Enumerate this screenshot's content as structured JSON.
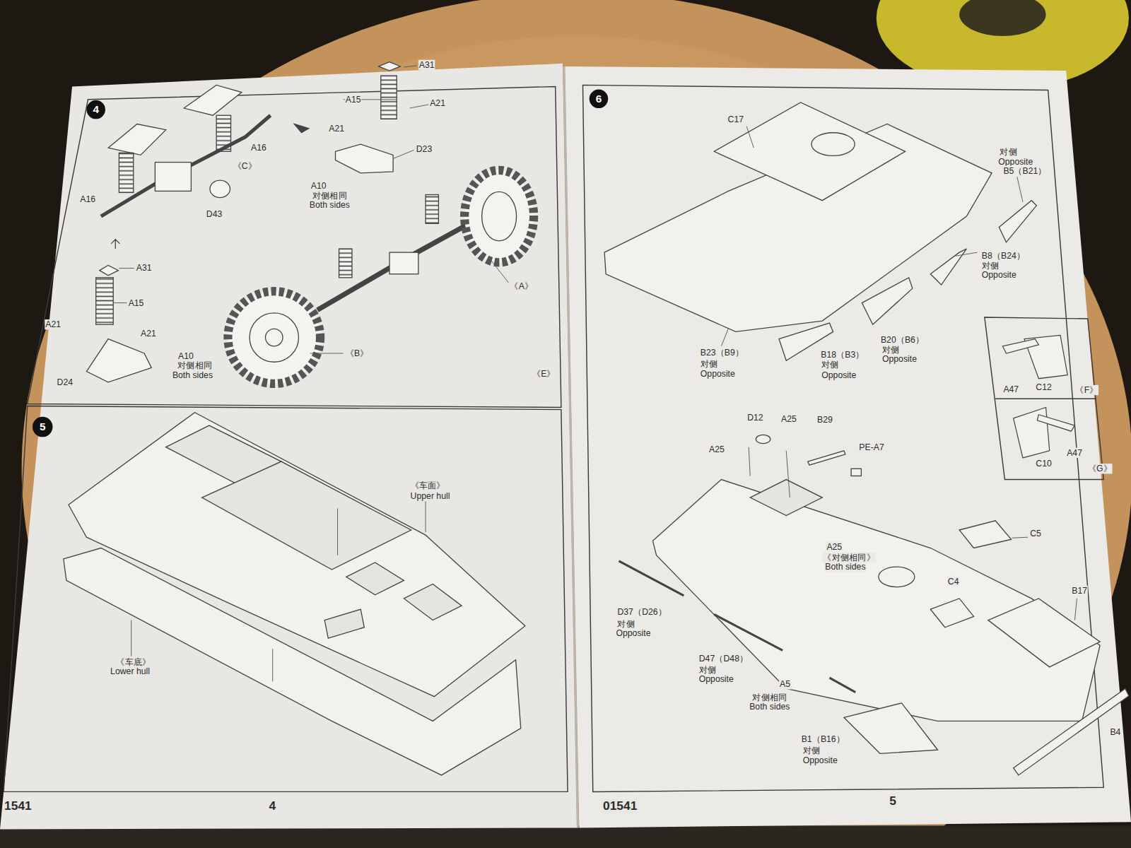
{
  "diagram": {
    "labels": [
      "4",
      "A31",
      "A15",
      "A21",
      "A16",
      "《C》",
      "A21",
      "D23",
      "A10",
      "对侧相同",
      "Both sides",
      "A16",
      "D43",
      "A31",
      "A15",
      "A21",
      "A21",
      "A10",
      "对侧相同",
      "Both sides",
      "D24",
      "《A》",
      "《B》",
      "《E》",
      "5",
      "《车面》",
      "Upper hull",
      "《车底》",
      "Lower hull",
      "6",
      "C17",
      "对侧",
      "Opposite",
      "B5（B21）",
      "B8（B24）",
      "对侧",
      "Opposite",
      "B23（B9）",
      "对侧",
      "Opposite",
      "B18（B3）",
      "对侧",
      "Opposite",
      "B20（B6）",
      "对侧",
      "Opposite",
      "A47",
      "C12",
      "《F》",
      "C10",
      "A47",
      "《G》",
      "D12",
      "A25",
      "B29",
      "A25",
      "PE-A7",
      "A25",
      "《对侧相同》",
      "Both sides",
      "C5",
      "C4",
      "B17",
      "D37（D26）",
      "对侧",
      "Opposite",
      "D47（D48）",
      "对侧",
      "Opposite",
      "A5",
      "对侧相同",
      "Both sides",
      "B1（B16）",
      "对侧",
      "Opposite",
      "B4",
      "1541",
      "4",
      "01541",
      "5"
    ]
  }
}
